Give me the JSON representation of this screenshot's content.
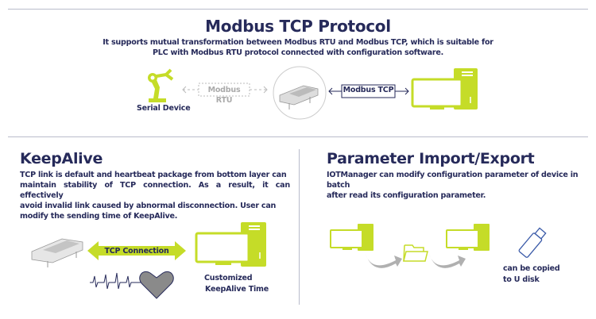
{
  "colors": {
    "navy": "#262a5a",
    "lime": "#c5dc28",
    "gray": "#a9a9a9"
  },
  "modbus": {
    "title": "Modbus TCP Protocol",
    "desc_line1": "It supports mutual transformation between Modbus RTU and Modbus TCP, which is suitable for",
    "desc_line2": "PLC with Modbus RTU protocol connected with configuration software.",
    "rtu_label": "Modbus RTU",
    "tcp_label": "Modbus TCP",
    "serial_device": "Serial Device"
  },
  "keepalive": {
    "title": "KeepAlive",
    "desc": [
      "TCP link is default and heartbeat package from bottom layer can",
      "maintain stability of TCP connection. As a result, it can effectively",
      "avoid invalid link caused by abnormal disconnection. User can",
      "modify the sending time of KeepAlive."
    ],
    "tcp_connection": "TCP Connection",
    "custom_line1": "Customized",
    "custom_line2": "KeepAlive Time"
  },
  "param": {
    "title": "Parameter Import/Export",
    "desc": [
      "IOTManager can modify configuration parameter of device in batch",
      "after read its configuration parameter."
    ],
    "usb_line1": "can be copied",
    "usb_line2": "to U disk"
  }
}
